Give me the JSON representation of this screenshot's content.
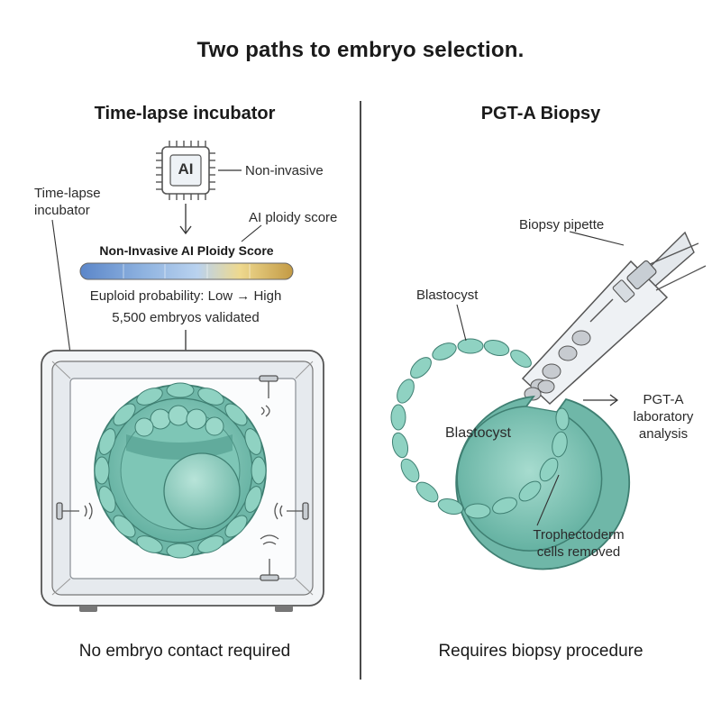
{
  "title": "Two paths to embryo selection.",
  "left": {
    "heading": "Time-lapse incubator",
    "incubator_label_line1": "Time-lapse",
    "incubator_label_line2": "incubator",
    "ai_chip_text": "AI",
    "non_invasive_label": "Non-invasive",
    "ploidy_label": "AI ploidy score",
    "score_title": "Non-Invasive AI Ploidy Score",
    "probability_text": "Euploid probability: Low → High",
    "validated_text": "5,500 embryos validated",
    "footer": "No embryo contact required",
    "score_colors": [
      "#5b86c9",
      "#8fb3e0",
      "#b9d2ef",
      "#e8d592",
      "#c9a24a"
    ]
  },
  "right": {
    "heading": "PGT-A Biopsy",
    "pipette_label": "Biopsy pipette",
    "blastocyst_label_outer": "Blastocyst",
    "blastocyst_label_inner": "Blastocyst",
    "analysis_line1": "PGT-A",
    "analysis_line2": "laboratory",
    "analysis_line3": "analysis",
    "removed_line1": "Trophectoderm",
    "removed_line2": "cells removed",
    "footer": "Requires biopsy procedure"
  },
  "colors": {
    "embryo_fill": "#8fcfc0",
    "embryo_inner": "#6fb7a8",
    "embryo_dark": "#3f8f80",
    "incubator_frame": "#d9dde2"
  }
}
